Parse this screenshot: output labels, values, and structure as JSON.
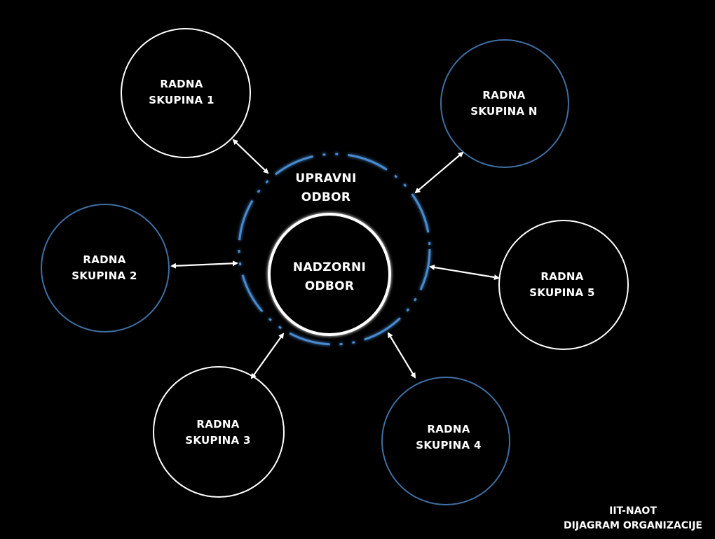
{
  "center": {
    "outer_label": [
      "UPRAVNI",
      "ODBOR"
    ],
    "inner_label": [
      "NADZORNI",
      "ODBOR"
    ]
  },
  "groups": [
    {
      "id": "1",
      "label": [
        "RADNA",
        "SKUPINA 1"
      ],
      "stroke": "#ffffff"
    },
    {
      "id": "n",
      "label": [
        "RADNA",
        "SKUPINA N"
      ],
      "stroke": "#3f6fa3"
    },
    {
      "id": "2",
      "label": [
        "RADNA",
        "SKUPINA 2"
      ],
      "stroke": "#3f6fa3"
    },
    {
      "id": "5",
      "label": [
        "RADNA",
        "SKUPINA 5"
      ],
      "stroke": "#ffffff"
    },
    {
      "id": "3",
      "label": [
        "RADNA",
        "SKUPINA 3"
      ],
      "stroke": "#ffffff"
    },
    {
      "id": "4",
      "label": [
        "RADNA",
        "SKUPINA 4"
      ],
      "stroke": "#3f6fa3"
    }
  ],
  "footer": [
    "IIT-NAOT",
    "DIJAGRAM ORGANIZACIJE"
  ],
  "colors": {
    "background": "#000000",
    "accent": "#4a8ad0",
    "line": "#ffffff"
  }
}
